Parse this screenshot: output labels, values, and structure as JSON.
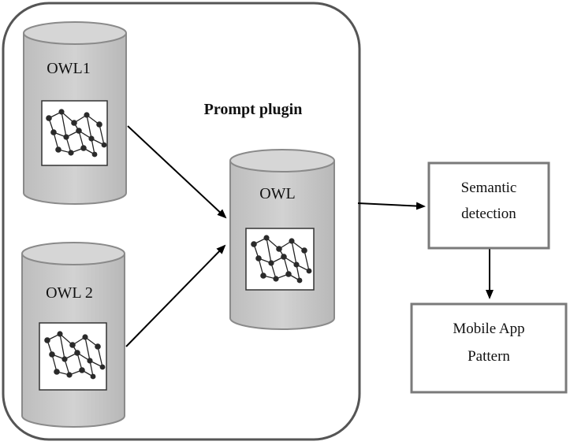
{
  "container": {
    "label": "Prompt plugin"
  },
  "databases": {
    "owl1": {
      "label": "OWL1"
    },
    "owl2": {
      "label": "OWL 2"
    },
    "owl_merged": {
      "label": "OWL"
    }
  },
  "boxes": {
    "semantic": {
      "line1": "Semantic",
      "line2": "detection"
    },
    "mobile": {
      "line1": "Mobile App",
      "line2": "Pattern"
    }
  },
  "colors": {
    "cylinder_fill": "#c9c9c9",
    "cylinder_stroke": "#8a8a8a",
    "container_stroke": "#555555",
    "box_stroke": "#7a7a7a",
    "arrow": "#000000"
  }
}
